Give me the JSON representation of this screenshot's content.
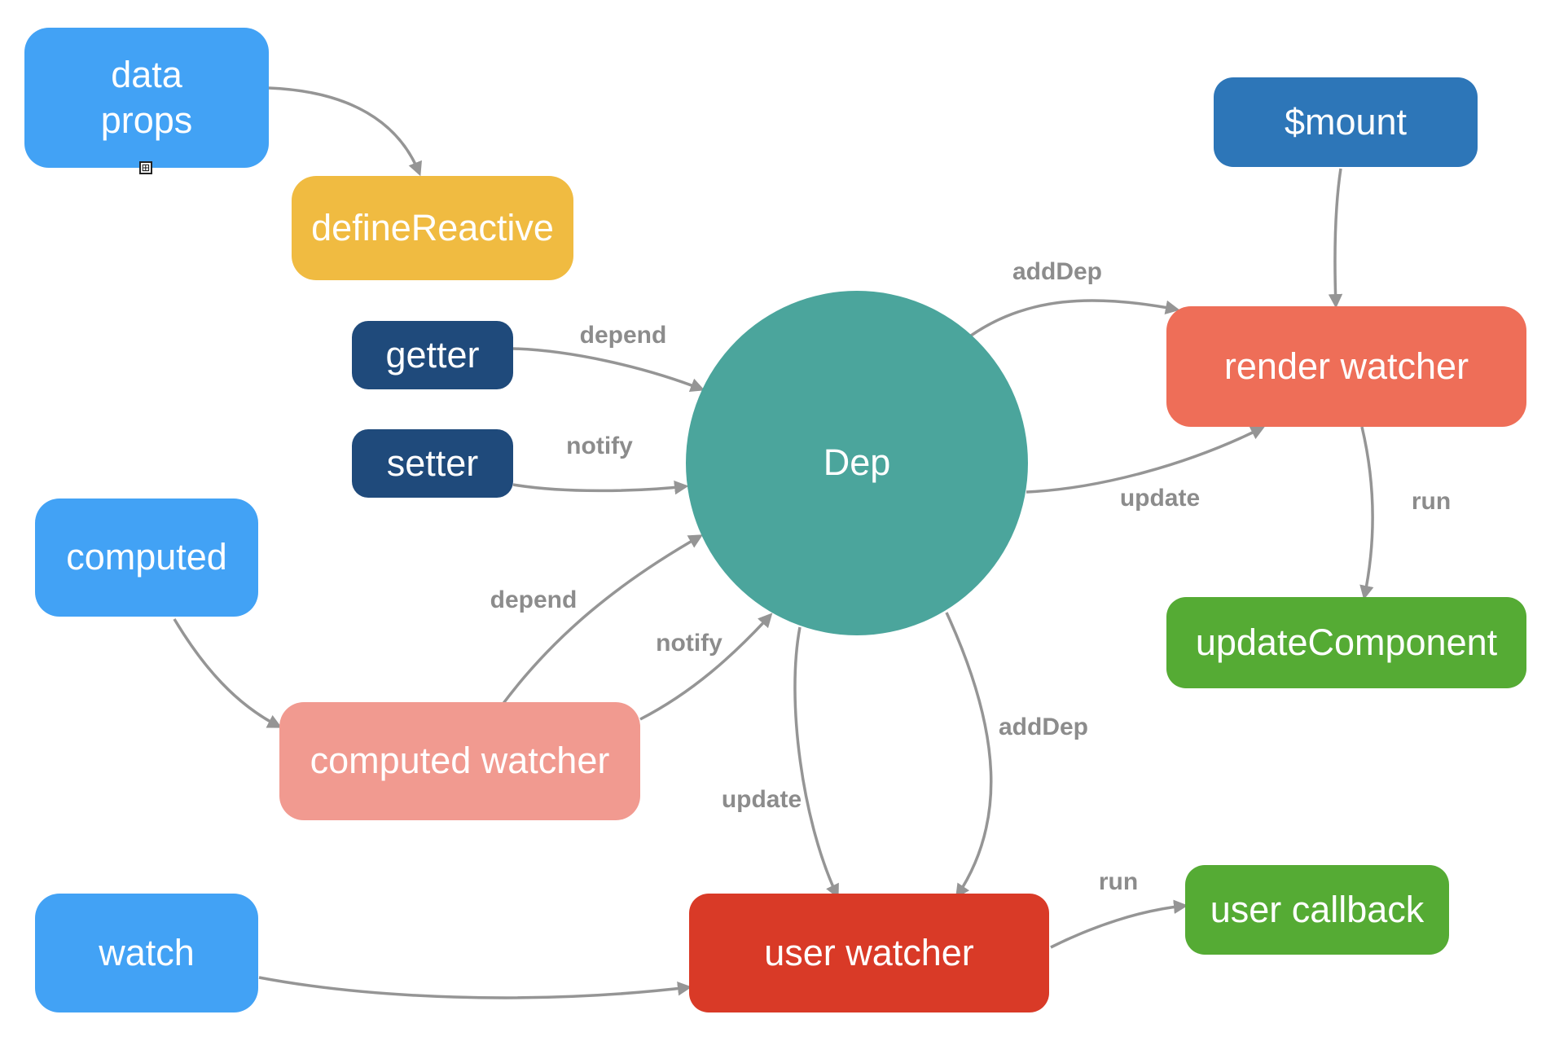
{
  "colors": {
    "blue_light": "#42a2f5",
    "yellow": "#f0bb41",
    "navy": "#1f4a7b",
    "blue_dark": "#2d76b8",
    "teal": "#4ba59c",
    "coral": "#ee6e58",
    "green": "#55ab34",
    "salmon": "#f19a90",
    "red": "#d93a27",
    "edge": "#959595",
    "edge_label": "#8c8c8c"
  },
  "nodes": {
    "data_props": {
      "label": "data\nprops"
    },
    "define_reactive": {
      "label": "defineReactive"
    },
    "getter": {
      "label": "getter"
    },
    "setter": {
      "label": "setter"
    },
    "computed": {
      "label": "computed"
    },
    "computed_watcher": {
      "label": "computed watcher"
    },
    "watch": {
      "label": "watch"
    },
    "dep": {
      "label": "Dep"
    },
    "mount": {
      "label": "$mount"
    },
    "render_watcher": {
      "label": "render watcher"
    },
    "update_component": {
      "label": "updateComponent"
    },
    "user_watcher": {
      "label": "user watcher"
    },
    "user_callback": {
      "label": "user callback"
    }
  },
  "edge_labels": {
    "getter_depend": "depend",
    "setter_notify": "notify",
    "cw_depend": "depend",
    "cw_notify": "notify",
    "dep_adddep_render": "addDep",
    "dep_update_render": "update",
    "render_run": "run",
    "dep_update_user": "update",
    "dep_adddep_user": "addDep",
    "user_run": "run"
  },
  "expander_icon": "⊞"
}
